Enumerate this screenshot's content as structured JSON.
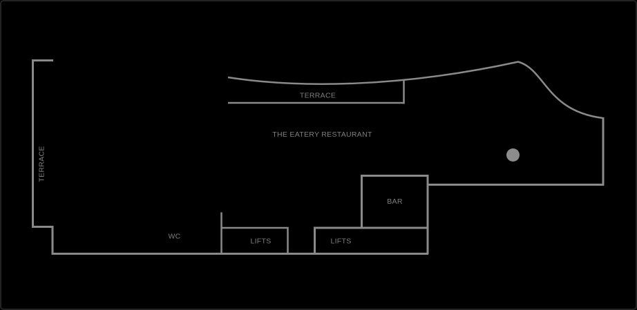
{
  "colors": {
    "background": "#000000",
    "frame_border": "#232323",
    "wall_line": "#8a8a8a",
    "label_text": "#7f7f7f",
    "column_dot": "#8c8c8c"
  },
  "floor_plan": {
    "rooms": {
      "terrace_left": "TERRACE",
      "terrace_top": "TERRACE",
      "restaurant": "THE EATERY RESTAURANT",
      "bar": "BAR",
      "lifts_west": "LIFTS",
      "lifts_east": "LIFTS",
      "wc": "WC"
    }
  }
}
